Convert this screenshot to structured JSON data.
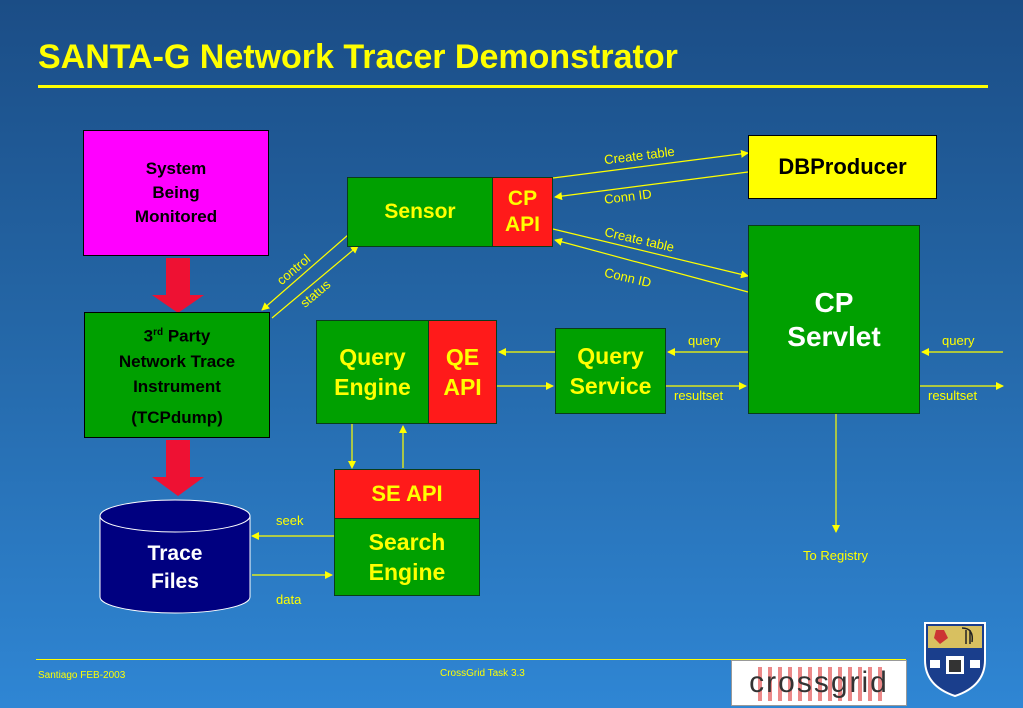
{
  "title": "SANTA-G Network Tracer Demonstrator",
  "boxes": {
    "system": [
      "System",
      "Being",
      "Monitored"
    ],
    "instrument": {
      "line1_pre": "3",
      "line1_sup": "rd",
      "line1_post": " Party",
      "line2": "Network Trace",
      "line3": "Instrument",
      "line4": "(TCPdump)"
    },
    "trace": [
      "Trace",
      "Files"
    ],
    "sensor": "Sensor",
    "cp_api": [
      "CP",
      "API"
    ],
    "dbproducer": "DBProducer",
    "cp_servlet": [
      "CP",
      "Servlet"
    ],
    "query_engine": [
      "Query",
      "Engine"
    ],
    "qe_api": [
      "QE",
      "API"
    ],
    "query_service": [
      "Query",
      "Service"
    ],
    "se_api": "SE API",
    "search_engine": [
      "Search",
      "Engine"
    ]
  },
  "labels": {
    "create_table_1": "Create table",
    "conn_id_1": "Conn ID",
    "create_table_2": "Create table",
    "conn_id_2": "Conn ID",
    "control": "control",
    "status": "status",
    "query_left": "query",
    "resultset_left": "resultset",
    "query_right": "query",
    "resultset_right": "resultset",
    "to_registry": "To Registry",
    "seek": "seek",
    "data": "data"
  },
  "footer": {
    "left": "Santiago FEB-2003",
    "center": "CrossGrid Task 3.3",
    "logo": "crossgrid"
  },
  "colors": {
    "accent": "#ffff00",
    "green": "#00a000",
    "red": "#ff1a1a",
    "magenta": "#ff00ff",
    "navy": "#000080"
  }
}
